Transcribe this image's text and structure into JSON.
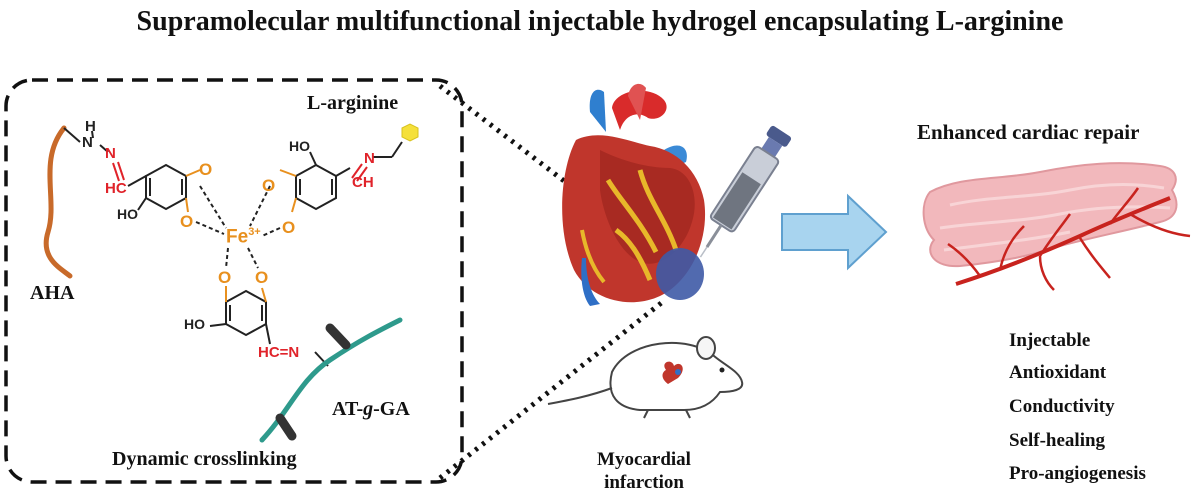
{
  "title": "Supramolecular multifunctional injectable hydrogel encapsulating L-arginine",
  "left_panel": {
    "label_arginine": "L-arginine",
    "label_aha": "AHA",
    "label_at_prefix": "AT-",
    "label_at_g": "g",
    "label_at_suffix": "-GA",
    "label_crosslink": "Dynamic crosslinking",
    "chem": {
      "h": "H",
      "n": "N",
      "hc": "HC",
      "ho": "HO",
      "o": "O",
      "fe": "Fe",
      "fe_charge": "3+",
      "n_upper": "N",
      "ch": "CH",
      "hc_eq_n": "HC=N"
    }
  },
  "center": {
    "label_mi_line1": "Myocardial",
    "label_mi_line2": "infarction"
  },
  "right_panel": {
    "heading": "Enhanced cardiac repair",
    "features": [
      "Injectable",
      "Antioxidant",
      "Conductivity",
      "Self-healing",
      "Pro-angiogenesis"
    ]
  },
  "colors": {
    "oxygen": "#e8901e",
    "nitrogen": "#e0232a",
    "iron": "#e8901e",
    "aha_chain": "#c86a2a",
    "at_chain": "#2e9a8c",
    "arrow_fill": "#a8d4ef",
    "vessel": "#c8231e",
    "tissue": "#f2b8bc"
  },
  "icons": [
    "heart-icon",
    "syringe-icon",
    "mouse-icon",
    "arrow-right-icon",
    "cardiac-tissue-icon"
  ]
}
